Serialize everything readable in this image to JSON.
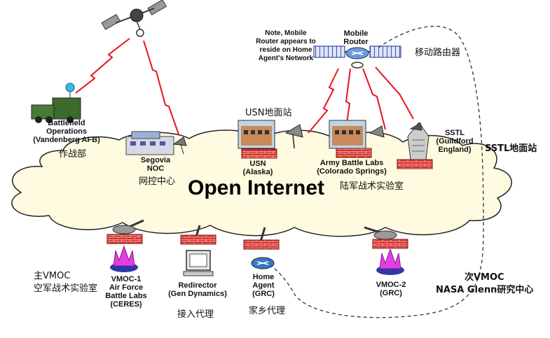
{
  "cloud_title": "Open Internet",
  "nodes": {
    "battlefield": "Battlefield\nOperations\n(Vandenberg AFB)",
    "segovia": "Segovia\nNOC",
    "usn": "USN\n(Alaska)",
    "army": "Army Battle Labs\n(Colorado Springs)",
    "sstl": "SSTL\n(Guildford\nEngland)",
    "router_note": "Note, Mobile\nRouter appears to\nreside on Home\nAgent's Network",
    "mobile_router": "Mobile\nRouter",
    "vmoc1": "VMOC-1\nAir Force\nBattle Labs\n(CERES)",
    "redirector": "Redirector\n(Gen Dynamics)",
    "home_agent": "Home\nAgent\n(GRC)",
    "vmoc2": "VMOC-2\n(GRC)"
  },
  "chinese_labels": {
    "combat_dept": "作战部",
    "network_center": "网控中心",
    "usn_ground_station": "USN地面站",
    "army_lab": "陆军战术实验室",
    "mobile_router": "移动路由器",
    "sstl_ground_station": "SSTL地面站",
    "primary_vmoc": "主VMOC",
    "af_lab": "空军战术实验室",
    "access_proxy": "接入代理",
    "home_proxy": "家乡代理",
    "secondary_vmoc": "次VMOC",
    "nasa_center": "NASA Glenn研究中心"
  },
  "colors": {
    "cloud_fill": "#fffbe0",
    "cloud_stroke": "#222222",
    "link_red": "#e8141c",
    "firewall_red": "#d9302a",
    "vmoc_magenta": "#e040e0",
    "router_blue": "#3a78c8"
  },
  "icons": [
    "satellite-icon",
    "radio-tower-icon",
    "firewall-icon",
    "router-icon",
    "satellite-dish-icon",
    "computer-icon",
    "server-cluster-icon",
    "building-icon"
  ]
}
